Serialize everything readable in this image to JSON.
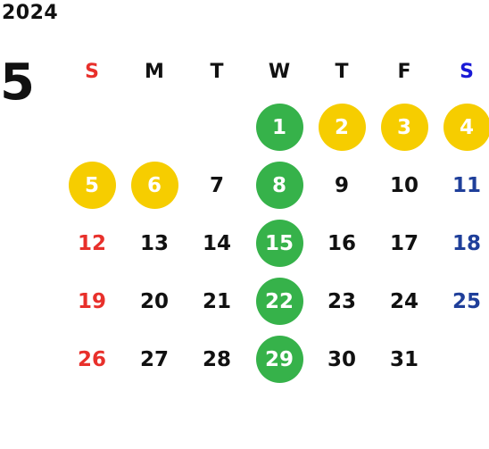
{
  "year": "2024",
  "month": "5",
  "colors": {
    "sunday": "#e8302b",
    "saturday_header": "#1a1ad6",
    "saturday_day": "#1f3f9a",
    "weekday": "#111111",
    "holiday_circle": "#f6cd00",
    "wednesday_circle": "#36b24a",
    "circle_text": "#ffffff"
  },
  "weekdays": [
    {
      "label": "S",
      "kind": "sun"
    },
    {
      "label": "M",
      "kind": "day"
    },
    {
      "label": "T",
      "kind": "day"
    },
    {
      "label": "W",
      "kind": "day"
    },
    {
      "label": "T",
      "kind": "day"
    },
    {
      "label": "F",
      "kind": "day"
    },
    {
      "label": "S",
      "kind": "sat"
    }
  ],
  "weeks": [
    [
      {
        "label": "",
        "style": "empty"
      },
      {
        "label": "",
        "style": "empty"
      },
      {
        "label": "",
        "style": "empty"
      },
      {
        "label": "1",
        "style": "green"
      },
      {
        "label": "2",
        "style": "yellow"
      },
      {
        "label": "3",
        "style": "yellow"
      },
      {
        "label": "4",
        "style": "yellow"
      }
    ],
    [
      {
        "label": "5",
        "style": "yellow"
      },
      {
        "label": "6",
        "style": "yellow"
      },
      {
        "label": "7",
        "style": "plain"
      },
      {
        "label": "8",
        "style": "green"
      },
      {
        "label": "9",
        "style": "plain"
      },
      {
        "label": "10",
        "style": "plain"
      },
      {
        "label": "11",
        "style": "sat"
      }
    ],
    [
      {
        "label": "12",
        "style": "sun"
      },
      {
        "label": "13",
        "style": "plain"
      },
      {
        "label": "14",
        "style": "plain"
      },
      {
        "label": "15",
        "style": "green"
      },
      {
        "label": "16",
        "style": "plain"
      },
      {
        "label": "17",
        "style": "plain"
      },
      {
        "label": "18",
        "style": "sat"
      }
    ],
    [
      {
        "label": "19",
        "style": "sun"
      },
      {
        "label": "20",
        "style": "plain"
      },
      {
        "label": "21",
        "style": "plain"
      },
      {
        "label": "22",
        "style": "green"
      },
      {
        "label": "23",
        "style": "plain"
      },
      {
        "label": "24",
        "style": "plain"
      },
      {
        "label": "25",
        "style": "sat"
      }
    ],
    [
      {
        "label": "26",
        "style": "sun"
      },
      {
        "label": "27",
        "style": "plain"
      },
      {
        "label": "28",
        "style": "plain"
      },
      {
        "label": "29",
        "style": "green"
      },
      {
        "label": "30",
        "style": "plain"
      },
      {
        "label": "31",
        "style": "plain"
      },
      {
        "label": "",
        "style": "empty"
      }
    ]
  ]
}
